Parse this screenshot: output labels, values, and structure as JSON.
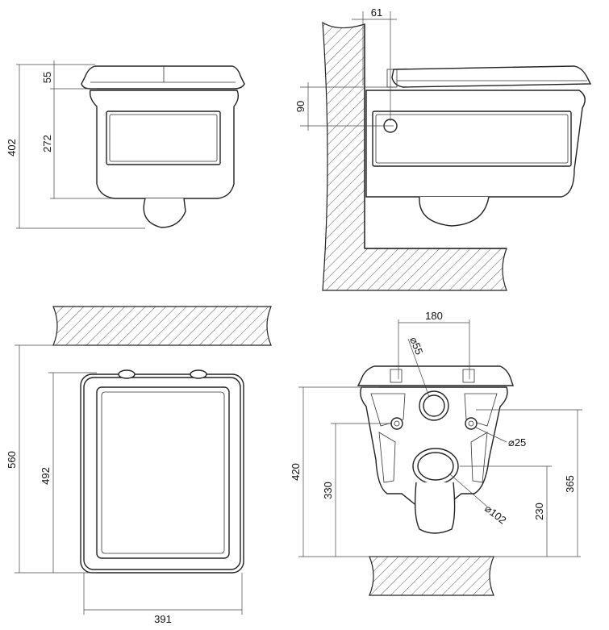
{
  "views": {
    "front_elevation": {
      "dims": {
        "total_height": "402",
        "lid_height": "55",
        "body_height": "272"
      }
    },
    "side_elevation": {
      "dims": {
        "wall_offset": "61",
        "pipe_height": "90"
      }
    },
    "top_plan": {
      "dims": {
        "depth": "560",
        "body_depth": "492",
        "width": "391"
      }
    },
    "rear_elevation": {
      "dims": {
        "bolt_spacing": "180",
        "inlet_diameter": "⌀55",
        "bolt_hole_diameter": "⌀25",
        "outlet_diameter": "⌀102",
        "overall_height": "420",
        "bolt_height": "330",
        "outlet_height": "230",
        "top_height": "365"
      }
    }
  }
}
